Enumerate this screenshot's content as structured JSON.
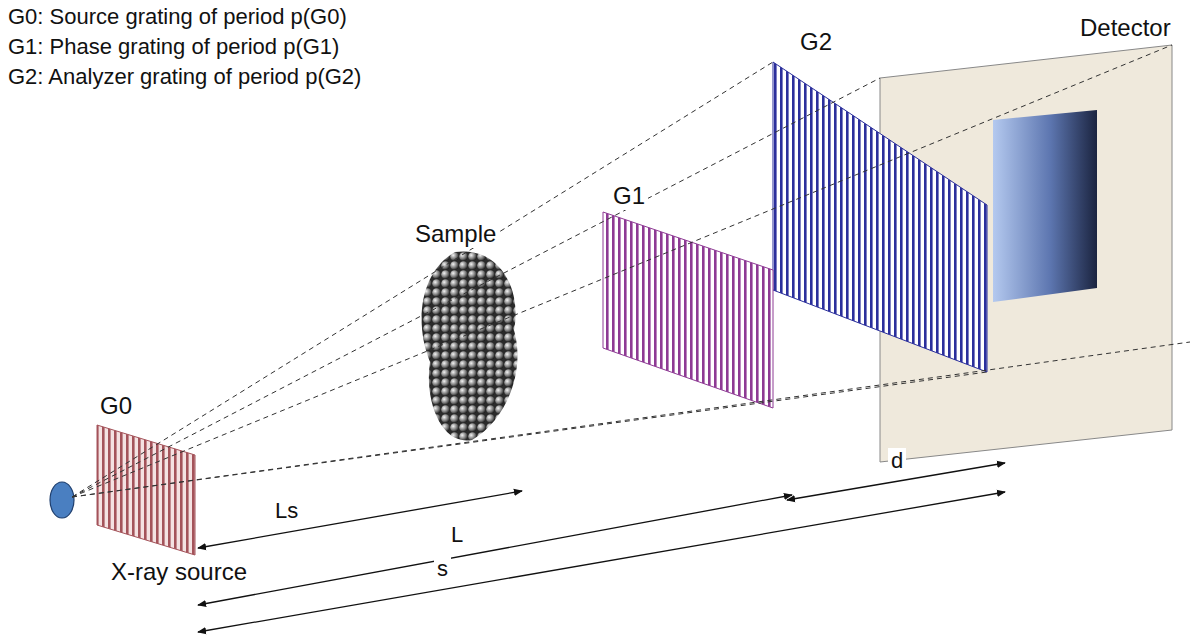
{
  "diagram": {
    "labels": [
      "G0: Source grating of period p(G0)",
      "G1: Phase grating of period p(G1)",
      "G2: Analyzer grating of period p(G2)",
      "Detector",
      "G2",
      "G1",
      "Sample",
      "G0",
      "Ls",
      "L",
      "d",
      "s",
      "X-ray source"
    ]
  }
}
